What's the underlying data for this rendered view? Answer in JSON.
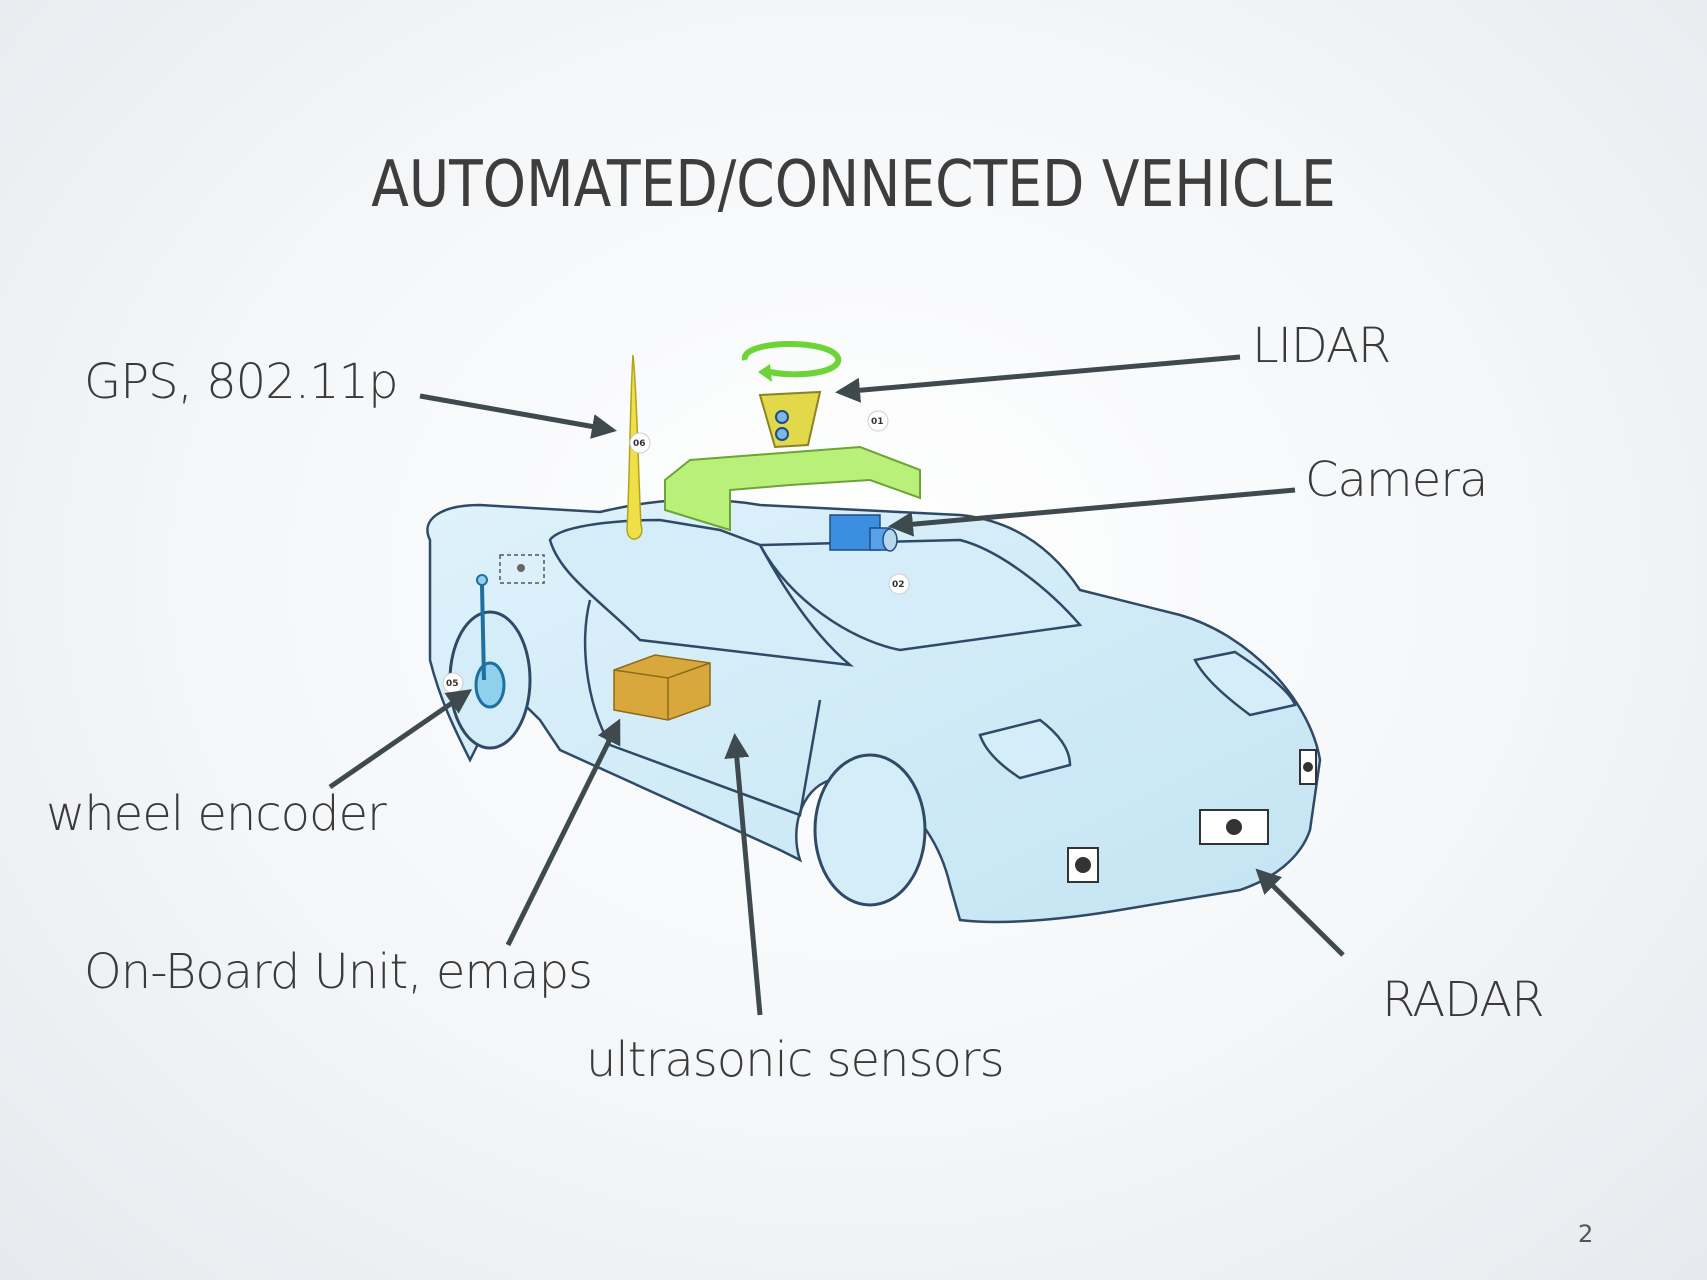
{
  "slide": {
    "title": "AUTOMATED/CONNECTED VEHICLE",
    "page_number": "2"
  },
  "labels": {
    "lidar": "LIDAR",
    "gps": "GPS, 802.11p",
    "camera": "Camera",
    "wheel_encoder": "wheel encoder",
    "onboard_unit": "On-Board Unit, emaps",
    "ultrasonic": "ultrasonic sensors",
    "radar": "RADAR"
  },
  "component_tags": {
    "lidar": "01",
    "camera": "02",
    "wheel_encoder": "05",
    "gps": "06"
  },
  "colors": {
    "car_body": "#cfeaf6",
    "car_outline": "#2f4a66",
    "roof_rack": "#b8f07a",
    "lidar_unit": "#e2d94a",
    "antenna": "#efe04a",
    "camera_box": "#3b8ee0",
    "obu_box": "#d8a83c",
    "arrow": "#3f4a4e"
  }
}
